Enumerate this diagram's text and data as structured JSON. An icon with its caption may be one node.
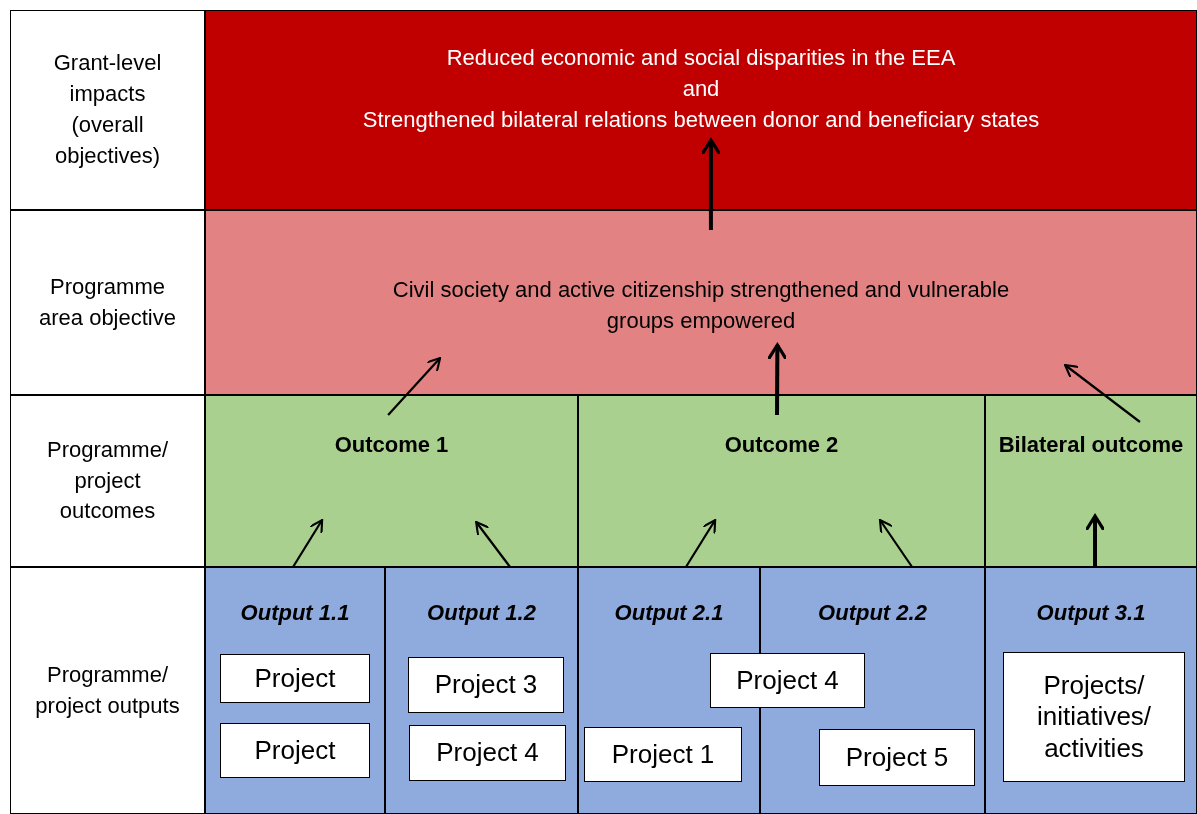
{
  "diagram": {
    "nodes": [
      {
        "text": [
          "Grant-level impacts (overall objectives)"
        ]
      },
      {
        "text": [
          "Reduced economic and social disparities in the EEA",
          "and",
          "Strengthened bilateral relations between donor and beneficiary states"
        ]
      },
      {
        "text": [
          "Programme area objective"
        ]
      },
      {
        "text": [
          "Civil society and active citizenship strengthened and vulnerable groups empowered"
        ]
      },
      {
        "text": [
          "Programme/ project outcomes"
        ]
      },
      {
        "text": [
          "Outcome 1"
        ]
      },
      {
        "text": [
          "Outcome 2"
        ]
      },
      {
        "text": [
          "Bilateral outcome"
        ]
      },
      {
        "text": [
          "Programme/ project outputs"
        ]
      },
      {
        "text": [
          "Output 1.1"
        ]
      },
      {
        "text": [
          "Output 1.2"
        ]
      },
      {
        "text": [
          "Output 2.1"
        ]
      },
      {
        "text": [
          "Output 2.2"
        ]
      },
      {
        "text": [
          "Output 3.1"
        ]
      },
      {
        "text": [
          "Project"
        ],
        "in": 9
      },
      {
        "text": [
          "Project"
        ],
        "in": 9
      },
      {
        "text": [
          "Project 3"
        ],
        "in": 10
      },
      {
        "text": [
          "Project 4"
        ],
        "in": 10
      },
      {
        "text": [
          "Project 4"
        ]
      },
      {
        "text": [
          "Project 1"
        ],
        "in": 11
      },
      {
        "text": [
          "Project 5"
        ],
        "in": 12
      },
      {
        "text": [
          "Projects/ initiatives/ activities"
        ],
        "in": 13
      }
    ],
    "edges": [
      {
        "from": 3,
        "to": 1,
        "arrow": "to",
        "style": "thick"
      },
      {
        "from": 5,
        "to": 3,
        "arrow": "to"
      },
      {
        "from": 6,
        "to": 3,
        "arrow": "to",
        "style": "thick"
      },
      {
        "from": 7,
        "to": 3,
        "arrow": "to"
      },
      {
        "from": 9,
        "to": 5,
        "arrow": "to"
      },
      {
        "from": 10,
        "to": 5,
        "arrow": "to"
      },
      {
        "from": 11,
        "to": 6,
        "arrow": "to"
      },
      {
        "from": 12,
        "to": 6,
        "arrow": "to"
      },
      {
        "from": 13,
        "to": 7,
        "arrow": "to",
        "style": "thick"
      }
    ]
  }
}
